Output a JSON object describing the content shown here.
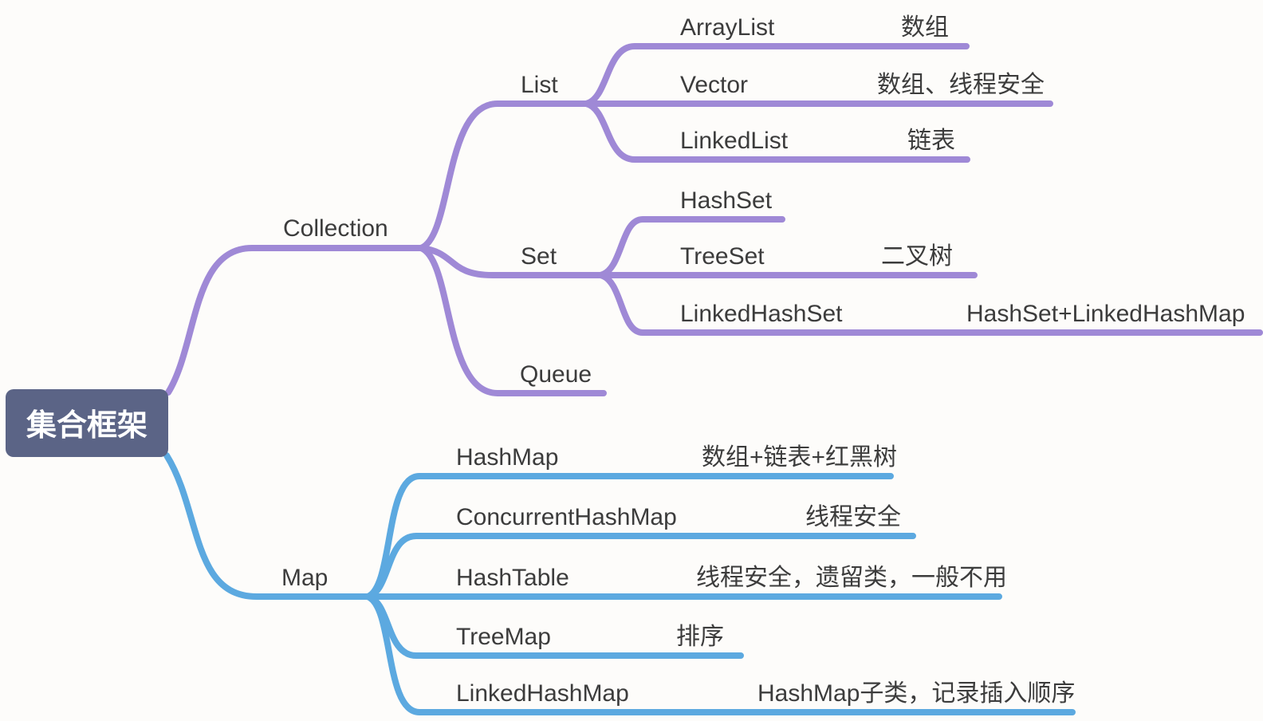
{
  "root": {
    "label": "集合框架"
  },
  "colors": {
    "collection_branch": "#9f89d6",
    "map_branch": "#5ca9e0",
    "root_bg": "#5b6486",
    "root_text": "#ffffff",
    "label_text": "#3c3c3c"
  },
  "branches": [
    {
      "label": "Collection",
      "children": [
        {
          "label": "List",
          "children": [
            {
              "label": "ArrayList",
              "note": "数组"
            },
            {
              "label": "Vector",
              "note": "数组、线程安全"
            },
            {
              "label": "LinkedList",
              "note": "链表"
            }
          ]
        },
        {
          "label": "Set",
          "children": [
            {
              "label": "HashSet"
            },
            {
              "label": "TreeSet",
              "note": "二叉树"
            },
            {
              "label": "LinkedHashSet",
              "note": "HashSet+LinkedHashMap"
            }
          ]
        },
        {
          "label": "Queue",
          "children": []
        }
      ]
    },
    {
      "label": "Map",
      "children": [
        {
          "label": "HashMap",
          "note": "数组+链表+红黑树"
        },
        {
          "label": "ConcurrentHashMap",
          "note": "线程安全"
        },
        {
          "label": "HashTable",
          "note": "线程安全，遗留类，一般不用"
        },
        {
          "label": "TreeMap",
          "note": "排序"
        },
        {
          "label": "LinkedHashMap",
          "note": "HashMap子类，记录插入顺序"
        }
      ]
    }
  ]
}
